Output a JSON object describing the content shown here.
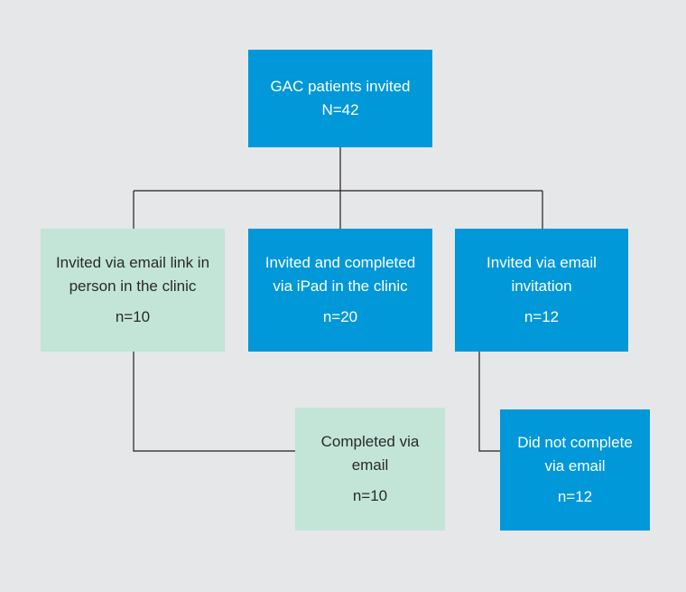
{
  "colors": {
    "background": "#e6e7e8",
    "blue": "#0098d8",
    "green": "#c2e5d8",
    "line": "#231f20"
  },
  "nodes": {
    "top": {
      "line1": "GAC patients invited",
      "count": "N=42"
    },
    "email_link": {
      "line1": "Invited via email link in",
      "line2": "person in the clinic",
      "count": "n=10"
    },
    "ipad": {
      "line1": "Invited and completed",
      "line2": "via iPad in the clinic",
      "count": "n=20"
    },
    "email_invitation": {
      "line1": "Invited via email",
      "line2": "invitation",
      "count": "n=12"
    },
    "completed_email": {
      "line1": "Completed via",
      "line2": "email",
      "count": "n=10"
    },
    "not_complete": {
      "line1": "Did not complete",
      "line2": "via email",
      "count": "n=12"
    }
  }
}
